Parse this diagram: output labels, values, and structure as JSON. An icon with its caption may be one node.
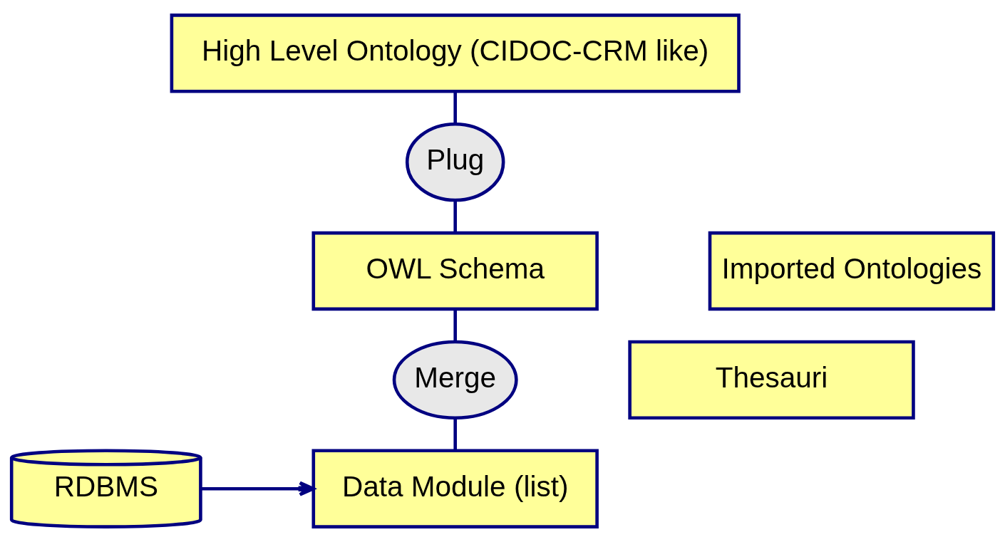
{
  "diagram": {
    "nodes": [
      {
        "text": [
          "High Level Ontology (CIDOC-CRM like)"
        ]
      },
      {
        "text": [
          "Plug"
        ]
      },
      {
        "text": [
          "OWL Schema"
        ]
      },
      {
        "text": [
          "Merge"
        ]
      },
      {
        "text": [
          "Data Module (list)"
        ]
      },
      {
        "text": [
          "Imported Ontologies"
        ]
      },
      {
        "text": [
          "Thesauri"
        ]
      },
      {
        "text": [
          "RDBMS"
        ]
      }
    ],
    "edges": [
      {
        "from": 0,
        "to": 1,
        "arrow": "none"
      },
      {
        "from": 1,
        "to": 2,
        "arrow": "none"
      },
      {
        "from": 2,
        "to": 3,
        "arrow": "none"
      },
      {
        "from": 3,
        "to": 4,
        "arrow": "none"
      },
      {
        "from": 7,
        "to": 4,
        "arrow": "to"
      }
    ]
  }
}
